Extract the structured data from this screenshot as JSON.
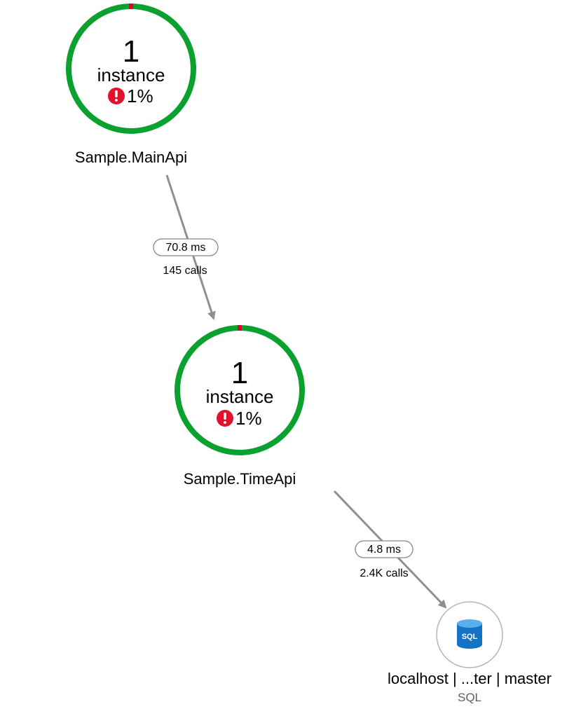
{
  "colors": {
    "ring_healthy": "#0aa12e",
    "ring_failed": "#c8102e",
    "edge": "#8f8f8f",
    "text": "#000000",
    "subtext": "#5f5f5f",
    "error_badge": "#e2122c",
    "db_circle_border": "#b4b4b4",
    "db_icon_top": "#5ab0ec",
    "db_icon_body": "#1573c6"
  },
  "nodes": [
    {
      "name": "Sample.MainApi",
      "instance_count": "1",
      "instance_label": "instance",
      "failure_rate_label": "1%",
      "failure_fraction": 0.01,
      "error_icon": "exclamation-circle-icon"
    },
    {
      "name": "Sample.TimeApi",
      "instance_count": "1",
      "instance_label": "instance",
      "failure_rate_label": "1%",
      "failure_fraction": 0.01,
      "error_icon": "exclamation-circle-icon"
    }
  ],
  "dependencies": [
    {
      "name": "localhost | ...ter | master",
      "type": "SQL",
      "icon": "sql-database-icon",
      "icon_text": "SQL"
    }
  ],
  "edges": [
    {
      "from": "Sample.MainApi",
      "to": "Sample.TimeApi",
      "duration": "70.8 ms",
      "calls": "145 calls"
    },
    {
      "from": "Sample.TimeApi",
      "to": "localhost | ...ter | master",
      "duration": "4.8 ms",
      "calls": "2.4K calls"
    }
  ]
}
